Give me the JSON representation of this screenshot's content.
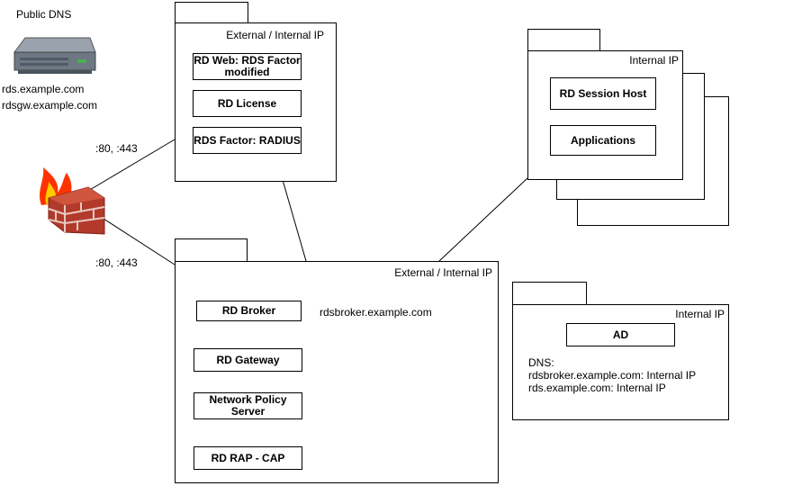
{
  "public_dns": {
    "title": "Public DNS",
    "host1": "rds.example.com",
    "host2": "rdsgw.example.com",
    "icon": "server-icon"
  },
  "firewall": {
    "icon": "firewall-icon",
    "port_label_top": ":80, :443",
    "port_label_bottom": ":80, :443"
  },
  "web_package": {
    "label": "External / Internal IP",
    "components": [
      "RD Web: RDS Factor modified",
      "RD License",
      "RDS Factor: RADIUS"
    ]
  },
  "session_package": {
    "label": "Internal IP",
    "components": [
      "RD Session Host",
      "Applications"
    ]
  },
  "broker_package": {
    "label": "External / Internal IP",
    "components": [
      "RD Broker",
      "RD Gateway",
      "Network Policy Server",
      "RD RAP - CAP"
    ],
    "broker_host": "rdsbroker.example.com"
  },
  "ad_package": {
    "label": "Internal IP",
    "component": "AD",
    "dns_title": "DNS:",
    "dns_line1": "rdsbroker.example.com: Internal IP",
    "dns_line2": "rds.example.com: Internal IP"
  },
  "colors": {
    "line": "#000000",
    "server_body": "#6d7884",
    "server_led": "#4caf50",
    "brick": "#b23a2a",
    "flame_outer": "#ff3300",
    "flame_inner": "#ffcc00"
  }
}
